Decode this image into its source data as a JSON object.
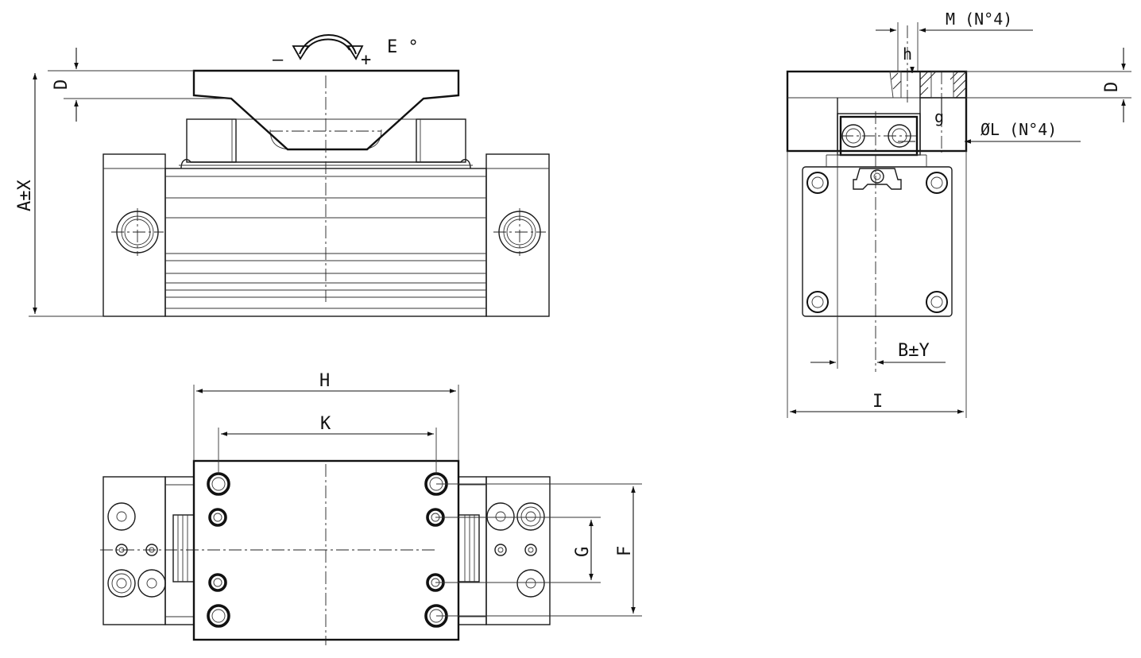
{
  "labels": {
    "rotation_minus": "–",
    "rotation_plus": "+",
    "rotation_angle": "E °",
    "dim_D_front": "D",
    "dim_A": "A±X",
    "dim_H": "H",
    "dim_K": "K",
    "dim_G": "G",
    "dim_F": "F",
    "dim_M": "M (N°4)",
    "dim_h": "h",
    "dim_D_side": "D",
    "dim_g": "g",
    "dim_L": "ØL (N°4)",
    "dim_B": "B±Y",
    "dim_I": "I"
  }
}
